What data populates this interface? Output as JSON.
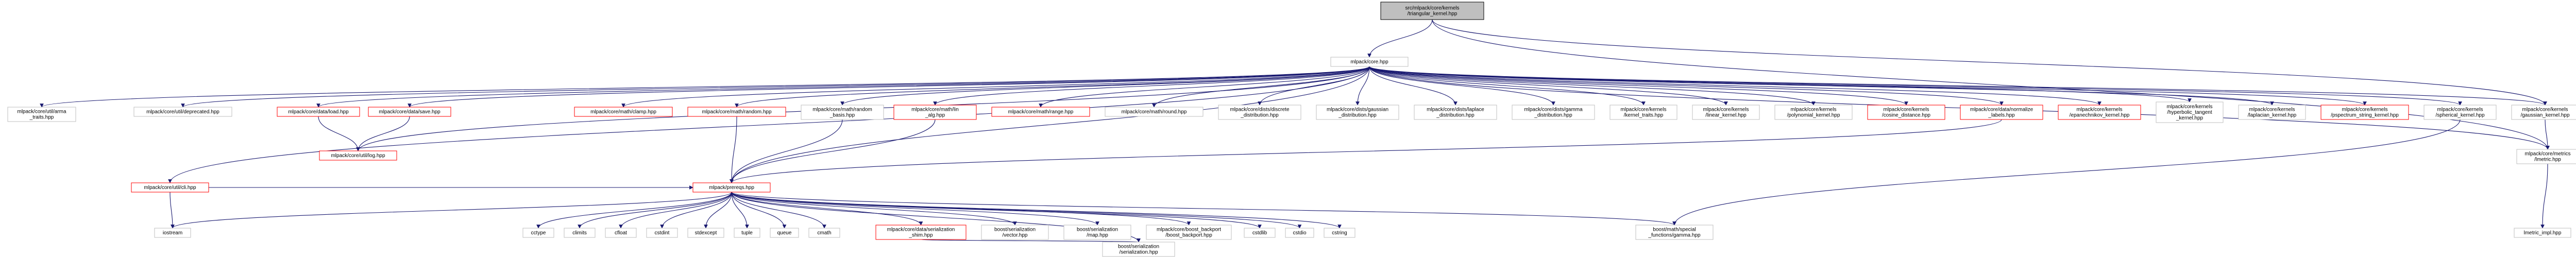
{
  "colors": {
    "edge": "#191970",
    "node_border": "#bfbfbf",
    "node_border_highlight": "#ff0000",
    "node_fill_root": "#bfbfbf",
    "node_fill": "#ffffff",
    "text": "#000000"
  },
  "graph": {
    "nodes": [
      {
        "id": "root",
        "lines": [
          "src/mlpack/core/kernels",
          "/triangular_kernel.hpp"
        ],
        "style": "root"
      },
      {
        "id": "core",
        "lines": [
          "mlpack/core.hpp"
        ],
        "style": "normal"
      },
      {
        "id": "arma_traits",
        "lines": [
          "mlpack/core/util/arma",
          "_traits.hpp"
        ],
        "style": "normal"
      },
      {
        "id": "deprecated",
        "lines": [
          "mlpack/core/util/deprecated.hpp"
        ],
        "style": "normal"
      },
      {
        "id": "load",
        "lines": [
          "mlpack/core/data/load.hpp"
        ],
        "style": "red"
      },
      {
        "id": "save",
        "lines": [
          "mlpack/core/data/save.hpp"
        ],
        "style": "red"
      },
      {
        "id": "log",
        "lines": [
          "mlpack/core/util/log.hpp"
        ],
        "style": "red"
      },
      {
        "id": "clamp",
        "lines": [
          "mlpack/core/math/clamp.hpp"
        ],
        "style": "red"
      },
      {
        "id": "random",
        "lines": [
          "mlpack/core/math/random.hpp"
        ],
        "style": "red"
      },
      {
        "id": "random_basis",
        "lines": [
          "mlpack/core/math/random",
          "_basis.hpp"
        ],
        "style": "normal"
      },
      {
        "id": "lin_alg",
        "lines": [
          "mlpack/core/math/lin",
          "_alg.hpp"
        ],
        "style": "red"
      },
      {
        "id": "range",
        "lines": [
          "mlpack/core/math/range.hpp"
        ],
        "style": "red"
      },
      {
        "id": "round",
        "lines": [
          "mlpack/core/math/round.hpp"
        ],
        "style": "normal"
      },
      {
        "id": "discrete",
        "lines": [
          "mlpack/core/dists/discrete",
          "_distribution.hpp"
        ],
        "style": "normal"
      },
      {
        "id": "gaussian",
        "lines": [
          "mlpack/core/dists/gaussian",
          "_distribution.hpp"
        ],
        "style": "normal"
      },
      {
        "id": "laplace",
        "lines": [
          "mlpack/core/dists/laplace",
          "_distribution.hpp"
        ],
        "style": "normal"
      },
      {
        "id": "gamma",
        "lines": [
          "mlpack/core/dists/gamma",
          "_distribution.hpp"
        ],
        "style": "normal"
      },
      {
        "id": "kernel_traits",
        "lines": [
          "mlpack/core/kernels",
          "/kernel_traits.hpp"
        ],
        "style": "normal"
      },
      {
        "id": "linear_kernel",
        "lines": [
          "mlpack/core/kernels",
          "/linear_kernel.hpp"
        ],
        "style": "normal"
      },
      {
        "id": "polynomial",
        "lines": [
          "mlpack/core/kernels",
          "/polynomial_kernel.hpp"
        ],
        "style": "normal"
      },
      {
        "id": "cosine",
        "lines": [
          "mlpack/core/kernels",
          "/cosine_distance.hpp"
        ],
        "style": "red"
      },
      {
        "id": "normalize",
        "lines": [
          "mlpack/core/data/normalize",
          "_labels.hpp"
        ],
        "style": "red"
      },
      {
        "id": "epanechnikov",
        "lines": [
          "mlpack/core/kernels",
          "/epanechnikov_kernel.hpp"
        ],
        "style": "red"
      },
      {
        "id": "hyperbolic",
        "lines": [
          "mlpack/core/kernels",
          "/hyperbolic_tangent",
          "_kernel.hpp"
        ],
        "style": "normal"
      },
      {
        "id": "laplacian",
        "lines": [
          "mlpack/core/kernels",
          "/laplacian_kernel.hpp"
        ],
        "style": "normal"
      },
      {
        "id": "pspectrum",
        "lines": [
          "mlpack/core/kernels",
          "/pspectrum_string_kernel.hpp"
        ],
        "style": "red"
      },
      {
        "id": "spherical",
        "lines": [
          "mlpack/core/kernels",
          "/spherical_kernel.hpp"
        ],
        "style": "normal"
      },
      {
        "id": "gaussian_kernel",
        "lines": [
          "mlpack/core/kernels",
          "/gaussian_kernel.hpp"
        ],
        "style": "normal"
      },
      {
        "id": "lmetric",
        "lines": [
          "mlpack/core/metrics",
          "/lmetric.hpp"
        ],
        "style": "normal"
      },
      {
        "id": "lmetric_impl",
        "lines": [
          "lmetric_impl.hpp"
        ],
        "style": "normal"
      },
      {
        "id": "cli",
        "lines": [
          "mlpack/core/util/cli.hpp"
        ],
        "style": "red"
      },
      {
        "id": "prereqs",
        "lines": [
          "mlpack/prereqs.hpp"
        ],
        "style": "red"
      },
      {
        "id": "iostream",
        "lines": [
          "iostream"
        ],
        "style": "normal"
      },
      {
        "id": "cctype",
        "lines": [
          "cctype"
        ],
        "style": "normal"
      },
      {
        "id": "climits",
        "lines": [
          "climits"
        ],
        "style": "normal"
      },
      {
        "id": "cfloat",
        "lines": [
          "cfloat"
        ],
        "style": "normal"
      },
      {
        "id": "cstdint",
        "lines": [
          "cstdint"
        ],
        "style": "normal"
      },
      {
        "id": "stdexcept",
        "lines": [
          "stdexcept"
        ],
        "style": "normal"
      },
      {
        "id": "tuple",
        "lines": [
          "tuple"
        ],
        "style": "normal"
      },
      {
        "id": "queue",
        "lines": [
          "queue"
        ],
        "style": "normal"
      },
      {
        "id": "cmath",
        "lines": [
          "cmath"
        ],
        "style": "normal"
      },
      {
        "id": "shim",
        "lines": [
          "mlpack/core/data/serialization",
          "_shim.hpp"
        ],
        "style": "red"
      },
      {
        "id": "ser_vector",
        "lines": [
          "boost/serialization",
          "/vector.hpp"
        ],
        "style": "normal"
      },
      {
        "id": "ser_map",
        "lines": [
          "boost/serialization",
          "/map.hpp"
        ],
        "style": "normal"
      },
      {
        "id": "boost_backport",
        "lines": [
          "mlpack/core/boost_backport",
          "/boost_backport.hpp"
        ],
        "style": "normal"
      },
      {
        "id": "cstdlib",
        "lines": [
          "cstdlib"
        ],
        "style": "normal"
      },
      {
        "id": "cstdio",
        "lines": [
          "cstdio"
        ],
        "style": "normal"
      },
      {
        "id": "cstring",
        "lines": [
          "cstring"
        ],
        "style": "normal"
      },
      {
        "id": "boost_gamma",
        "lines": [
          "boost/math/special",
          "_functions/gamma.hpp"
        ],
        "style": "normal"
      },
      {
        "id": "ser_serialization",
        "lines": [
          "boost/serialization",
          "/serialization.hpp"
        ],
        "style": "normal"
      }
    ],
    "edges": [
      [
        "root",
        "core"
      ],
      [
        "root",
        "gaussian_kernel"
      ],
      [
        "root",
        "lmetric"
      ],
      [
        "core",
        "arma_traits"
      ],
      [
        "core",
        "deprecated"
      ],
      [
        "core",
        "load"
      ],
      [
        "core",
        "save"
      ],
      [
        "core",
        "log"
      ],
      [
        "core",
        "cli"
      ],
      [
        "core",
        "prereqs"
      ],
      [
        "core",
        "clamp"
      ],
      [
        "core",
        "random"
      ],
      [
        "core",
        "random_basis"
      ],
      [
        "core",
        "lin_alg"
      ],
      [
        "core",
        "range"
      ],
      [
        "core",
        "round"
      ],
      [
        "core",
        "discrete"
      ],
      [
        "core",
        "gaussian"
      ],
      [
        "core",
        "laplace"
      ],
      [
        "core",
        "gamma"
      ],
      [
        "core",
        "kernel_traits"
      ],
      [
        "core",
        "linear_kernel"
      ],
      [
        "core",
        "polynomial"
      ],
      [
        "core",
        "cosine"
      ],
      [
        "core",
        "normalize"
      ],
      [
        "core",
        "epanechnikov"
      ],
      [
        "core",
        "hyperbolic"
      ],
      [
        "core",
        "laplacian"
      ],
      [
        "core",
        "pspectrum"
      ],
      [
        "core",
        "spherical"
      ],
      [
        "core",
        "gaussian_kernel"
      ],
      [
        "core",
        "lmetric"
      ],
      [
        "load",
        "log"
      ],
      [
        "save",
        "log"
      ],
      [
        "cli",
        "iostream"
      ],
      [
        "cli",
        "prereqs"
      ],
      [
        "random",
        "prereqs"
      ],
      [
        "random_basis",
        "prereqs"
      ],
      [
        "lin_alg",
        "prereqs"
      ],
      [
        "normalize",
        "prereqs"
      ],
      [
        "spherical",
        "boost_gamma"
      ],
      [
        "gaussian_kernel",
        "lmetric"
      ],
      [
        "lmetric",
        "lmetric_impl"
      ],
      [
        "prereqs",
        "iostream"
      ],
      [
        "prereqs",
        "cctype"
      ],
      [
        "prereqs",
        "climits"
      ],
      [
        "prereqs",
        "cfloat"
      ],
      [
        "prereqs",
        "cstdint"
      ],
      [
        "prereqs",
        "stdexcept"
      ],
      [
        "prereqs",
        "tuple"
      ],
      [
        "prereqs",
        "queue"
      ],
      [
        "prereqs",
        "cmath"
      ],
      [
        "prereqs",
        "shim"
      ],
      [
        "prereqs",
        "ser_vector"
      ],
      [
        "prereqs",
        "ser_map"
      ],
      [
        "prereqs",
        "boost_backport"
      ],
      [
        "prereqs",
        "cstdlib"
      ],
      [
        "prereqs",
        "cstdio"
      ],
      [
        "prereqs",
        "cstring"
      ],
      [
        "prereqs",
        "boost_gamma"
      ],
      [
        "prereqs",
        "ser_serialization"
      ],
      [
        "shim",
        "ser_serialization"
      ]
    ]
  }
}
